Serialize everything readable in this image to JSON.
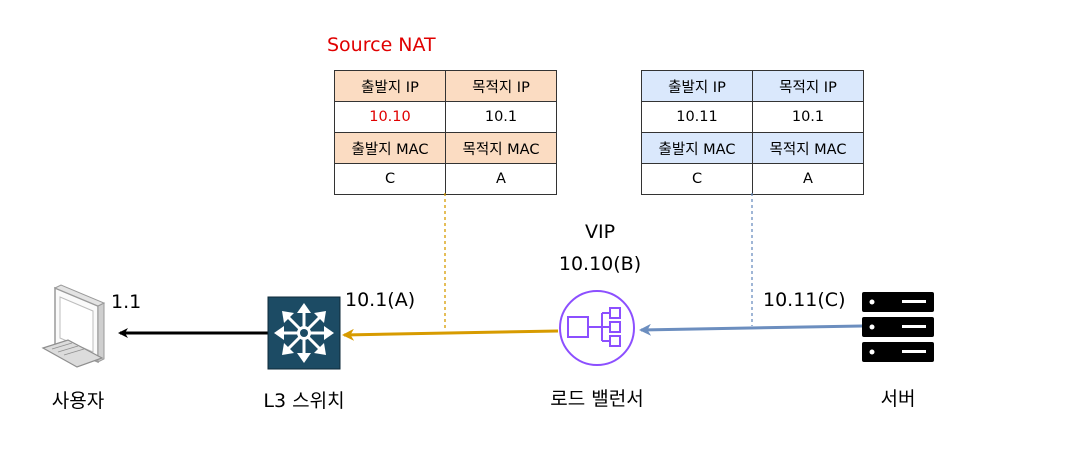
{
  "nat_title": "Source NAT",
  "table_left": {
    "hdr_src_ip": "출발지 IP",
    "hdr_dst_ip": "목적지 IP",
    "src_ip": "10.10",
    "dst_ip": "10.1",
    "hdr_src_mac": "출발지 MAC",
    "hdr_dst_mac": "목적지 MAC",
    "src_mac": "C",
    "dst_mac": "A"
  },
  "table_right": {
    "hdr_src_ip": "출발지 IP",
    "hdr_dst_ip": "목적지 IP",
    "src_ip": "10.11",
    "dst_ip": "10.1",
    "hdr_src_mac": "출발지 MAC",
    "hdr_dst_mac": "목적지 MAC",
    "src_mac": "C",
    "dst_mac": "A"
  },
  "nodes": {
    "user": {
      "label": "사용자",
      "ip": "1.1"
    },
    "switch": {
      "label": "L3 스위치",
      "ip": "10.1(A)"
    },
    "lb": {
      "label": "로드 밸런서",
      "vip_title": "VIP",
      "vip": "10.10(B)"
    },
    "server": {
      "label": "서버",
      "ip": "10.11(C)"
    }
  },
  "colors": {
    "nat_title": "#e00000",
    "table_left_header": "#fbdcc2",
    "table_right_header": "#dae8fc",
    "arrow_switch_to_user": "#000000",
    "arrow_lb_to_switch": "#d79b00",
    "arrow_server_to_lb": "#6c8ebf",
    "switch_fill": "#1c4b64",
    "lb_stroke": "#8c4fff"
  }
}
